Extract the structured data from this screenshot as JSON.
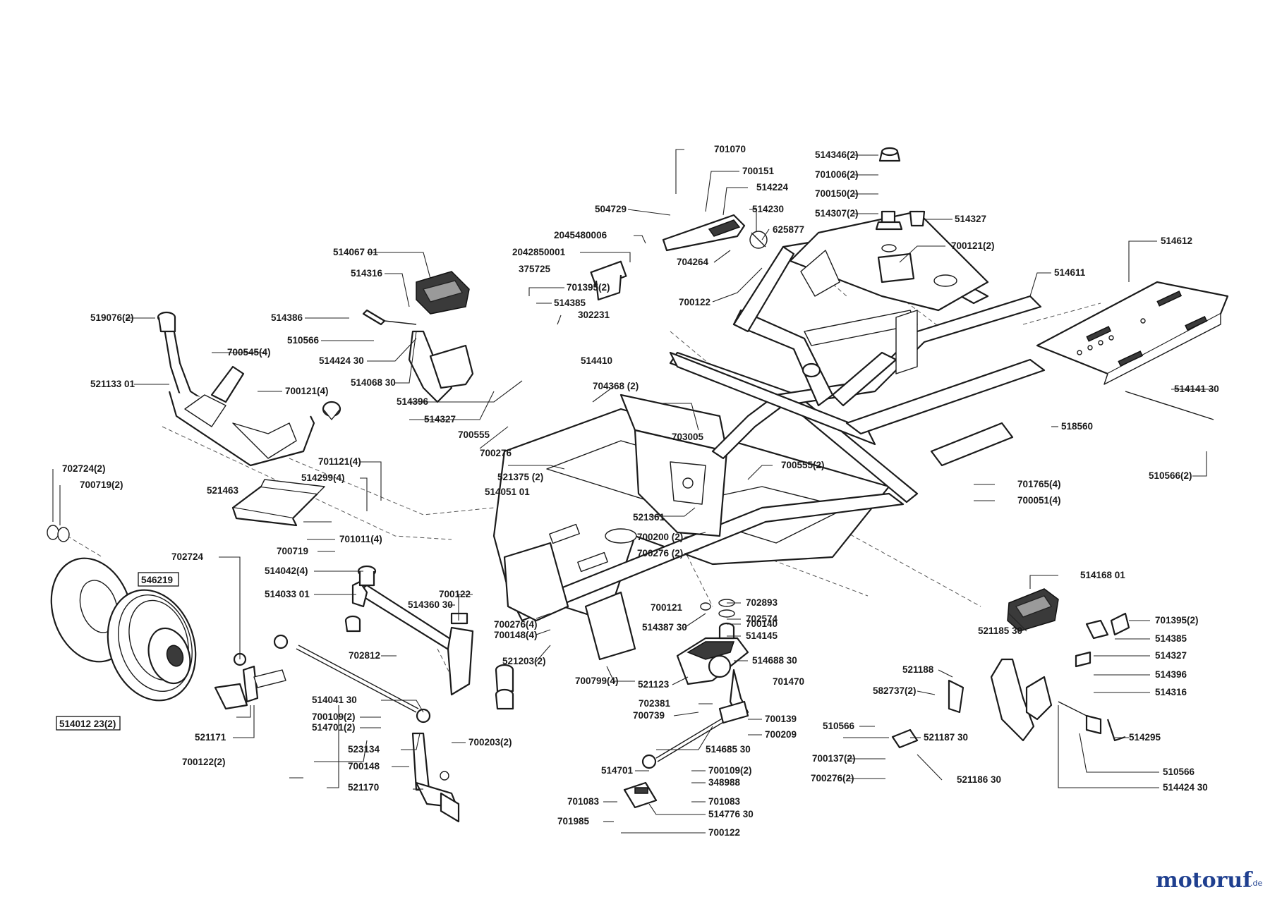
{
  "labels": [
    "701070",
    "700151",
    "514224",
    "504729",
    "514230",
    "2045480006",
    "625877",
    "2042850001",
    "704264",
    "375725",
    "514346(2)",
    "701006(2)",
    "700150(2)",
    "514307(2)",
    "514327",
    "700121(2)",
    "514612",
    "514611",
    "700122",
    "514067 01",
    "514316",
    "701395(2)",
    "514385",
    "514386",
    "302231",
    "510566",
    "519076(2)",
    "700545(4)",
    "514424 30",
    "514068 30",
    "514410",
    "521133 01",
    "700121(4)",
    "704368 (2)",
    "514396",
    "514141 30",
    "514327",
    "700555",
    "700276",
    "703005",
    "518560",
    "521375 (2)",
    "514051 01",
    "700555(2)",
    "702724(2)",
    "700719(2)",
    "701121(4)",
    "514299(4)",
    "521463",
    "521361",
    "701765(4)",
    "700051(4)",
    "510566(2)",
    "701011(4)",
    "700200 (2)",
    "700276 (2)",
    "700719",
    "702724",
    "546219",
    "514042(4)",
    "514033 01",
    "700122",
    "514360 30",
    "702893",
    "702574",
    "514168 01",
    "700121",
    "700140",
    "700276(4)",
    "700148(4)",
    "514387 30",
    "514145",
    "521185 30",
    "701395(2)",
    "702812",
    "521203(2)",
    "514688 30",
    "514385",
    "521188",
    "514327",
    "514396",
    "700799(4)",
    "521123",
    "701470",
    "514316",
    "514041 30",
    "702381",
    "582737(2)",
    "700109(2)",
    "700739",
    "700139",
    "514701(2)",
    "700209",
    "510566",
    "521187 30",
    "514295",
    "514012 23(2)",
    "523134",
    "700203(2)",
    "514685 30",
    "700137(2)",
    "521186 30",
    "700148",
    "521171",
    "700122(2)",
    "700109(2)",
    "514701",
    "700276(2)",
    "348988",
    "521170",
    "510566",
    "701083",
    "701083",
    "514424 30",
    "514776 30",
    "701985",
    "700122"
  ],
  "boxed_labels": [
    "546219",
    "514012 23(2)"
  ],
  "brand": {
    "name": "motoruf",
    "tld": ".de"
  },
  "colors": {
    "ink": "#1a1a1a",
    "background": "#ffffff",
    "brand_blue": "#1f3f8f",
    "brand_orange": "#e8861a"
  }
}
